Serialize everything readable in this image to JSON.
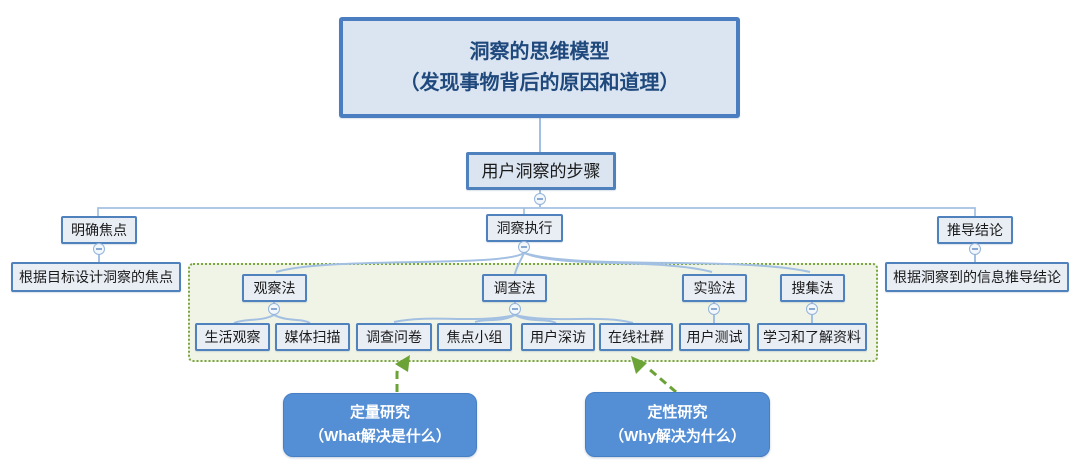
{
  "root": {
    "line1": "洞察的思维模型",
    "line2": "（发现事物背后的原因和道理）"
  },
  "steps": {
    "label": "用户洞察的步骤"
  },
  "branches": [
    {
      "label": "明确焦点",
      "detail": "根据目标设计洞察的焦点"
    },
    {
      "label": "洞察执行"
    },
    {
      "label": "推导结论",
      "detail": "根据洞察到的信息推导结论"
    }
  ],
  "methods": [
    {
      "label": "观察法",
      "children": [
        "生活观察",
        "媒体扫描"
      ]
    },
    {
      "label": "调查法",
      "children": [
        "调查问卷",
        "焦点小组",
        "用户深访",
        "在线社群"
      ]
    },
    {
      "label": "实验法",
      "children": [
        "用户测试"
      ]
    },
    {
      "label": "搜集法",
      "children": [
        "学习和了解资料"
      ]
    }
  ],
  "callouts": [
    {
      "line1": "定量研究",
      "line2": "（What解决是什么）"
    },
    {
      "line1": "定性研究",
      "line2": "（Why解决为什么）"
    }
  ],
  "icons": {
    "collapse": "minus-in-circle"
  },
  "colors": {
    "node_border": "#4f81bd",
    "node_fill": "#e9eef5",
    "root_fill": "#dbe5f1",
    "root_text": "#1f497d",
    "connector": "#a3c0e2",
    "group_border": "#7aa53f",
    "group_fill": "#eff4e7",
    "arrow_green": "#6ca336",
    "callout_fill": "#548ed5",
    "callout_text": "#ffffff"
  }
}
